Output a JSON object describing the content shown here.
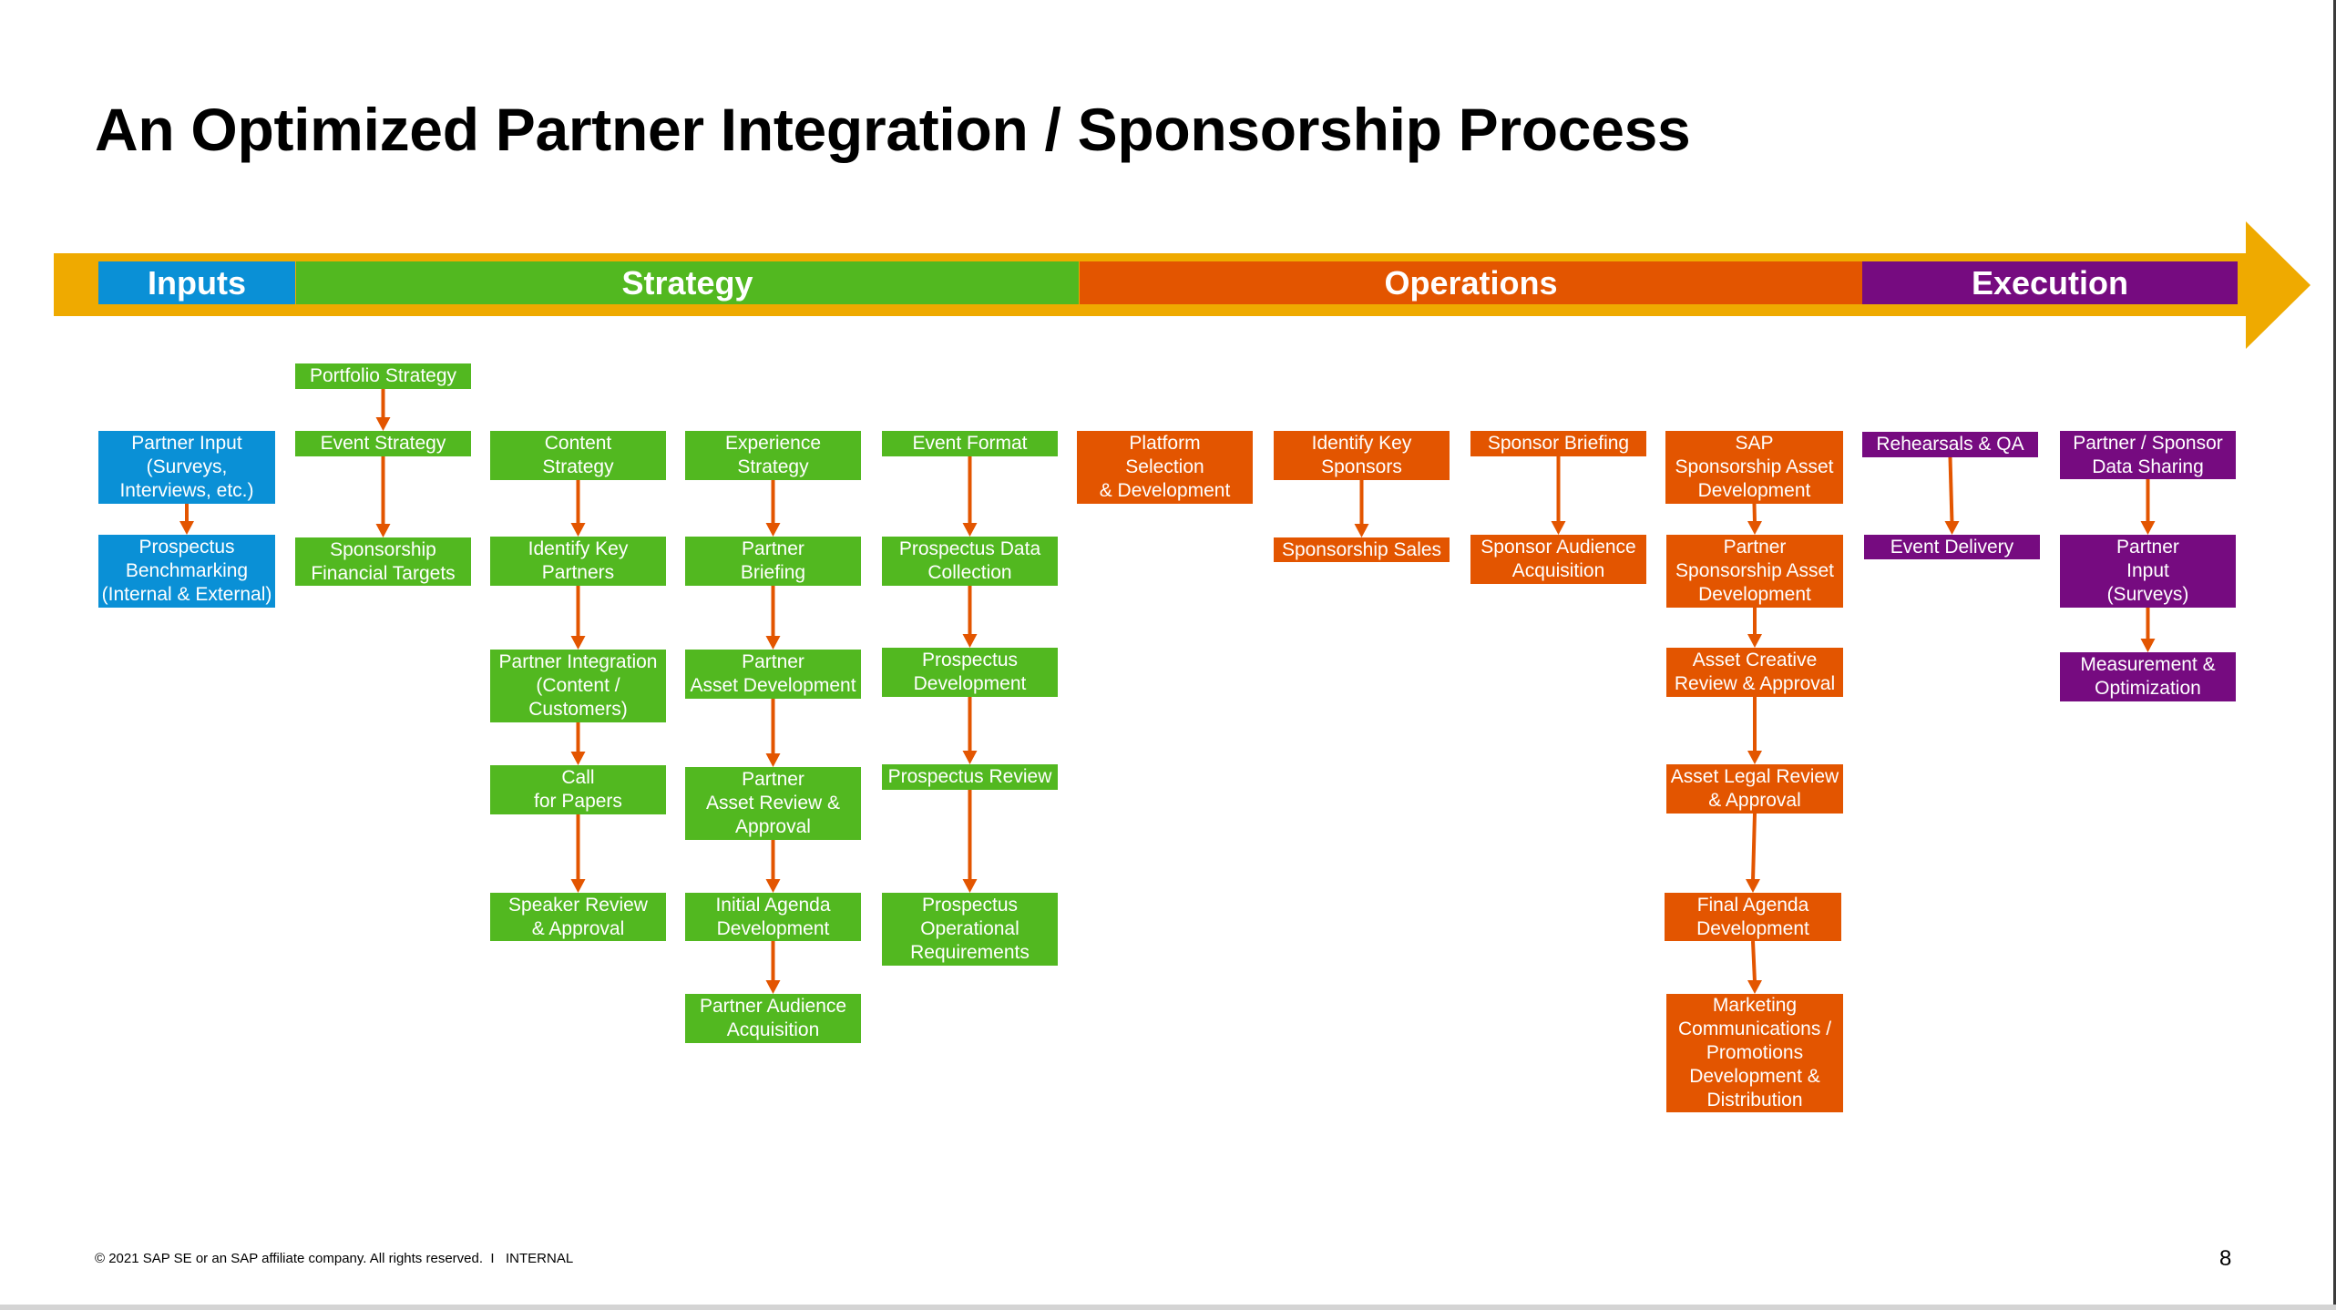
{
  "title": "An Optimized Partner Integration / Sponsorship Process",
  "colors": {
    "band": "#EFAA00",
    "inputs": "#0A90D6",
    "strategy": "#52B820",
    "operations": "#E35500",
    "execution": "#760B80",
    "connector": "#E35500"
  },
  "phases": [
    {
      "id": "inputs",
      "label": "Inputs"
    },
    {
      "id": "strategy",
      "label": "Strategy"
    },
    {
      "id": "operations",
      "label": "Operations"
    },
    {
      "id": "execution",
      "label": "Execution"
    }
  ],
  "nodes": [
    {
      "id": "partner-input",
      "phase": "inputs",
      "label": "Partner Input\n(Surveys,\nInterviews, etc.)"
    },
    {
      "id": "prospectus-benchmarking",
      "phase": "inputs",
      "label": "Prospectus\nBenchmarking\n(Internal & External)"
    },
    {
      "id": "portfolio-strategy",
      "phase": "strategy",
      "label": "Portfolio Strategy"
    },
    {
      "id": "event-strategy",
      "phase": "strategy",
      "label": "Event Strategy"
    },
    {
      "id": "sponsorship-financial-targets",
      "phase": "strategy",
      "label": "Sponsorship\nFinancial Targets"
    },
    {
      "id": "content-strategy",
      "phase": "strategy",
      "label": "Content\nStrategy"
    },
    {
      "id": "identify-key-partners",
      "phase": "strategy",
      "label": "Identify Key\nPartners"
    },
    {
      "id": "partner-integration",
      "phase": "strategy",
      "label": "Partner Integration\n(Content /\nCustomers)"
    },
    {
      "id": "call-for-papers",
      "phase": "strategy",
      "label": "Call\nfor Papers"
    },
    {
      "id": "speaker-review",
      "phase": "strategy",
      "label": "Speaker Review\n& Approval"
    },
    {
      "id": "experience-strategy",
      "phase": "strategy",
      "label": "Experience\nStrategy"
    },
    {
      "id": "partner-briefing",
      "phase": "strategy",
      "label": "Partner\nBriefing"
    },
    {
      "id": "partner-asset-development",
      "phase": "strategy",
      "label": "Partner\nAsset Development"
    },
    {
      "id": "partner-asset-review",
      "phase": "strategy",
      "label": "Partner\nAsset Review &\nApproval"
    },
    {
      "id": "initial-agenda-development",
      "phase": "strategy",
      "label": "Initial Agenda\nDevelopment"
    },
    {
      "id": "partner-audience-acquisition",
      "phase": "strategy",
      "label": "Partner Audience\nAcquisition"
    },
    {
      "id": "event-format",
      "phase": "strategy",
      "label": "Event Format"
    },
    {
      "id": "prospectus-data-collection",
      "phase": "strategy",
      "label": "Prospectus Data\nCollection"
    },
    {
      "id": "prospectus-development",
      "phase": "strategy",
      "label": "Prospectus\nDevelopment"
    },
    {
      "id": "prospectus-review",
      "phase": "strategy",
      "label": "Prospectus Review"
    },
    {
      "id": "prospectus-operational-requirements",
      "phase": "strategy",
      "label": "Prospectus\nOperational\nRequirements"
    },
    {
      "id": "platform-selection",
      "phase": "operations",
      "label": "Platform\nSelection\n& Development"
    },
    {
      "id": "identify-key-sponsors",
      "phase": "operations",
      "label": "Identify Key\nSponsors"
    },
    {
      "id": "sponsorship-sales",
      "phase": "operations",
      "label": "Sponsorship Sales"
    },
    {
      "id": "sponsor-briefing",
      "phase": "operations",
      "label": "Sponsor Briefing"
    },
    {
      "id": "sponsor-audience-acquisition",
      "phase": "operations",
      "label": "Sponsor Audience\nAcquisition"
    },
    {
      "id": "sap-sponsorship-asset-development",
      "phase": "operations",
      "label": "SAP\nSponsorship Asset\nDevelopment"
    },
    {
      "id": "partner-sponsorship-asset-development",
      "phase": "operations",
      "label": "Partner\nSponsorship Asset\nDevelopment"
    },
    {
      "id": "asset-creative-review",
      "phase": "operations",
      "label": "Asset Creative\nReview & Approval"
    },
    {
      "id": "asset-legal-review",
      "phase": "operations",
      "label": "Asset Legal Review\n& Approval"
    },
    {
      "id": "final-agenda-development",
      "phase": "operations",
      "label": "Final Agenda\nDevelopment"
    },
    {
      "id": "marketing-communications",
      "phase": "operations",
      "label": "Marketing\nCommunications /\nPromotions\nDevelopment &\nDistribution"
    },
    {
      "id": "rehearsals-qa",
      "phase": "execution",
      "label": "Rehearsals & QA"
    },
    {
      "id": "event-delivery",
      "phase": "execution",
      "label": "Event Delivery"
    },
    {
      "id": "partner-sponsor-data-sharing",
      "phase": "execution",
      "label": "Partner / Sponsor\nData Sharing"
    },
    {
      "id": "partner-input-surveys",
      "phase": "execution",
      "label": "Partner\nInput\n(Surveys)"
    },
    {
      "id": "measurement-optimization",
      "phase": "execution",
      "label": "Measurement &\nOptimization"
    }
  ],
  "connections": [
    [
      "partner-input",
      "prospectus-benchmarking"
    ],
    [
      "portfolio-strategy",
      "event-strategy"
    ],
    [
      "event-strategy",
      "sponsorship-financial-targets"
    ],
    [
      "content-strategy",
      "identify-key-partners"
    ],
    [
      "identify-key-partners",
      "partner-integration"
    ],
    [
      "partner-integration",
      "call-for-papers"
    ],
    [
      "call-for-papers",
      "speaker-review"
    ],
    [
      "experience-strategy",
      "partner-briefing"
    ],
    [
      "partner-briefing",
      "partner-asset-development"
    ],
    [
      "partner-asset-development",
      "partner-asset-review"
    ],
    [
      "partner-asset-review",
      "initial-agenda-development"
    ],
    [
      "initial-agenda-development",
      "partner-audience-acquisition"
    ],
    [
      "event-format",
      "prospectus-data-collection"
    ],
    [
      "prospectus-data-collection",
      "prospectus-development"
    ],
    [
      "prospectus-development",
      "prospectus-review"
    ],
    [
      "prospectus-review",
      "prospectus-operational-requirements"
    ],
    [
      "identify-key-sponsors",
      "sponsorship-sales"
    ],
    [
      "sponsor-briefing",
      "sponsor-audience-acquisition"
    ],
    [
      "sap-sponsorship-asset-development",
      "partner-sponsorship-asset-development"
    ],
    [
      "partner-sponsorship-asset-development",
      "asset-creative-review"
    ],
    [
      "asset-creative-review",
      "asset-legal-review"
    ],
    [
      "asset-legal-review",
      "final-agenda-development"
    ],
    [
      "final-agenda-development",
      "marketing-communications"
    ],
    [
      "rehearsals-qa",
      "event-delivery"
    ],
    [
      "partner-sponsor-data-sharing",
      "partner-input-surveys"
    ],
    [
      "partner-input-surveys",
      "measurement-optimization"
    ]
  ],
  "footer": {
    "copyright": "© 2021 SAP SE or an SAP affiliate company. All rights reserved.  I   INTERNAL",
    "page_number": "8"
  }
}
